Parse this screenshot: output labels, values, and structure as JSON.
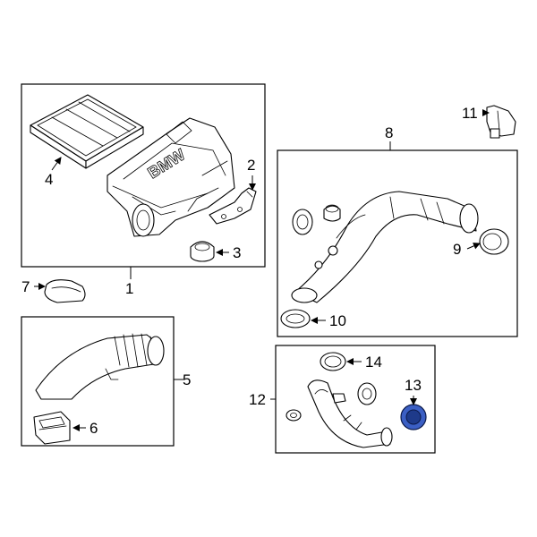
{
  "diagram": {
    "logo_text": "BMW",
    "callouts": [
      {
        "id": "c1",
        "label": "1"
      },
      {
        "id": "c2",
        "label": "2"
      },
      {
        "id": "c3",
        "label": "3"
      },
      {
        "id": "c4",
        "label": "4"
      },
      {
        "id": "c5",
        "label": "5"
      },
      {
        "id": "c6",
        "label": "6"
      },
      {
        "id": "c7",
        "label": "7"
      },
      {
        "id": "c8",
        "label": "8"
      },
      {
        "id": "c9",
        "label": "9"
      },
      {
        "id": "c10",
        "label": "10"
      },
      {
        "id": "c11",
        "label": "11"
      },
      {
        "id": "c12",
        "label": "12"
      },
      {
        "id": "c13",
        "label": "13"
      },
      {
        "id": "c14",
        "label": "14"
      }
    ],
    "highlighted_part": "13",
    "highlight_color": "#3b5fc4"
  }
}
